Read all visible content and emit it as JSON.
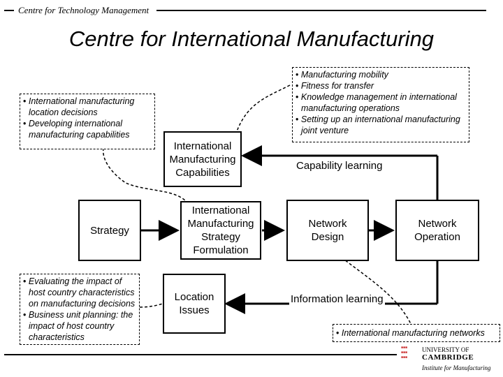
{
  "header": {
    "org": "Centre for Technology Management"
  },
  "title": "Centre for International Manufacturing",
  "boxes": {
    "imc": [
      "International",
      "Manufacturing",
      "Capabilities"
    ],
    "strategy": "Strategy",
    "imsf": [
      "International",
      "Manufacturing",
      "Strategy",
      "Formulation"
    ],
    "location": [
      "Location",
      "Issues"
    ],
    "network_design": [
      "Network",
      "Design"
    ],
    "network_operation": [
      "Network",
      "Operation"
    ]
  },
  "labels": {
    "capability_learning": "Capability learning",
    "information_learning": "Information learning"
  },
  "notes": {
    "top_left": [
      "International manufacturing location decisions",
      "Developing international manufacturing capabilities"
    ],
    "top_right": [
      "Manufacturing mobility",
      "Fitness for transfer",
      "Knowledge management in international manufacturing operations",
      "Setting up an international manufacturing joint venture"
    ],
    "bottom_left": [
      "Evaluating the impact of host country characteristics on manufacturing decisions",
      "Business unit planning: the impact of host country characteristics"
    ],
    "bottom_right": [
      "International manufacturing networks"
    ]
  },
  "footer": {
    "university_line1": "UNIVERSITY OF",
    "university_line2": "CAMBRIDGE",
    "institute": "Institute for Manufacturing"
  },
  "colors": {
    "line": "#000000",
    "logo_accent": "#cc3333"
  }
}
